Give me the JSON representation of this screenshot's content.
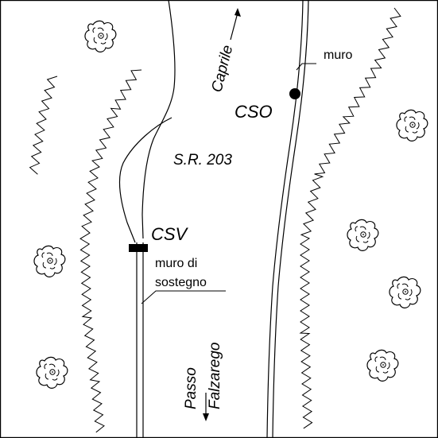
{
  "labels": {
    "road_name": "S.R. 203",
    "direction_north": "Caprile",
    "direction_south_line1": "Passo",
    "direction_south_line2": "Falzarego",
    "station_cso": "CSO",
    "station_csv": "CSV",
    "wall": "muro",
    "retaining_wall_line1": "muro di",
    "retaining_wall_line2": "sostegno"
  },
  "colors": {
    "ink": "#000000",
    "background": "#ffffff"
  },
  "symbols": {
    "vegetation": "zigzag-hedge",
    "tree": "tree-canopy-icon",
    "station_cso_marker": "filled-circle",
    "station_csv_marker": "filled-rectangle"
  }
}
